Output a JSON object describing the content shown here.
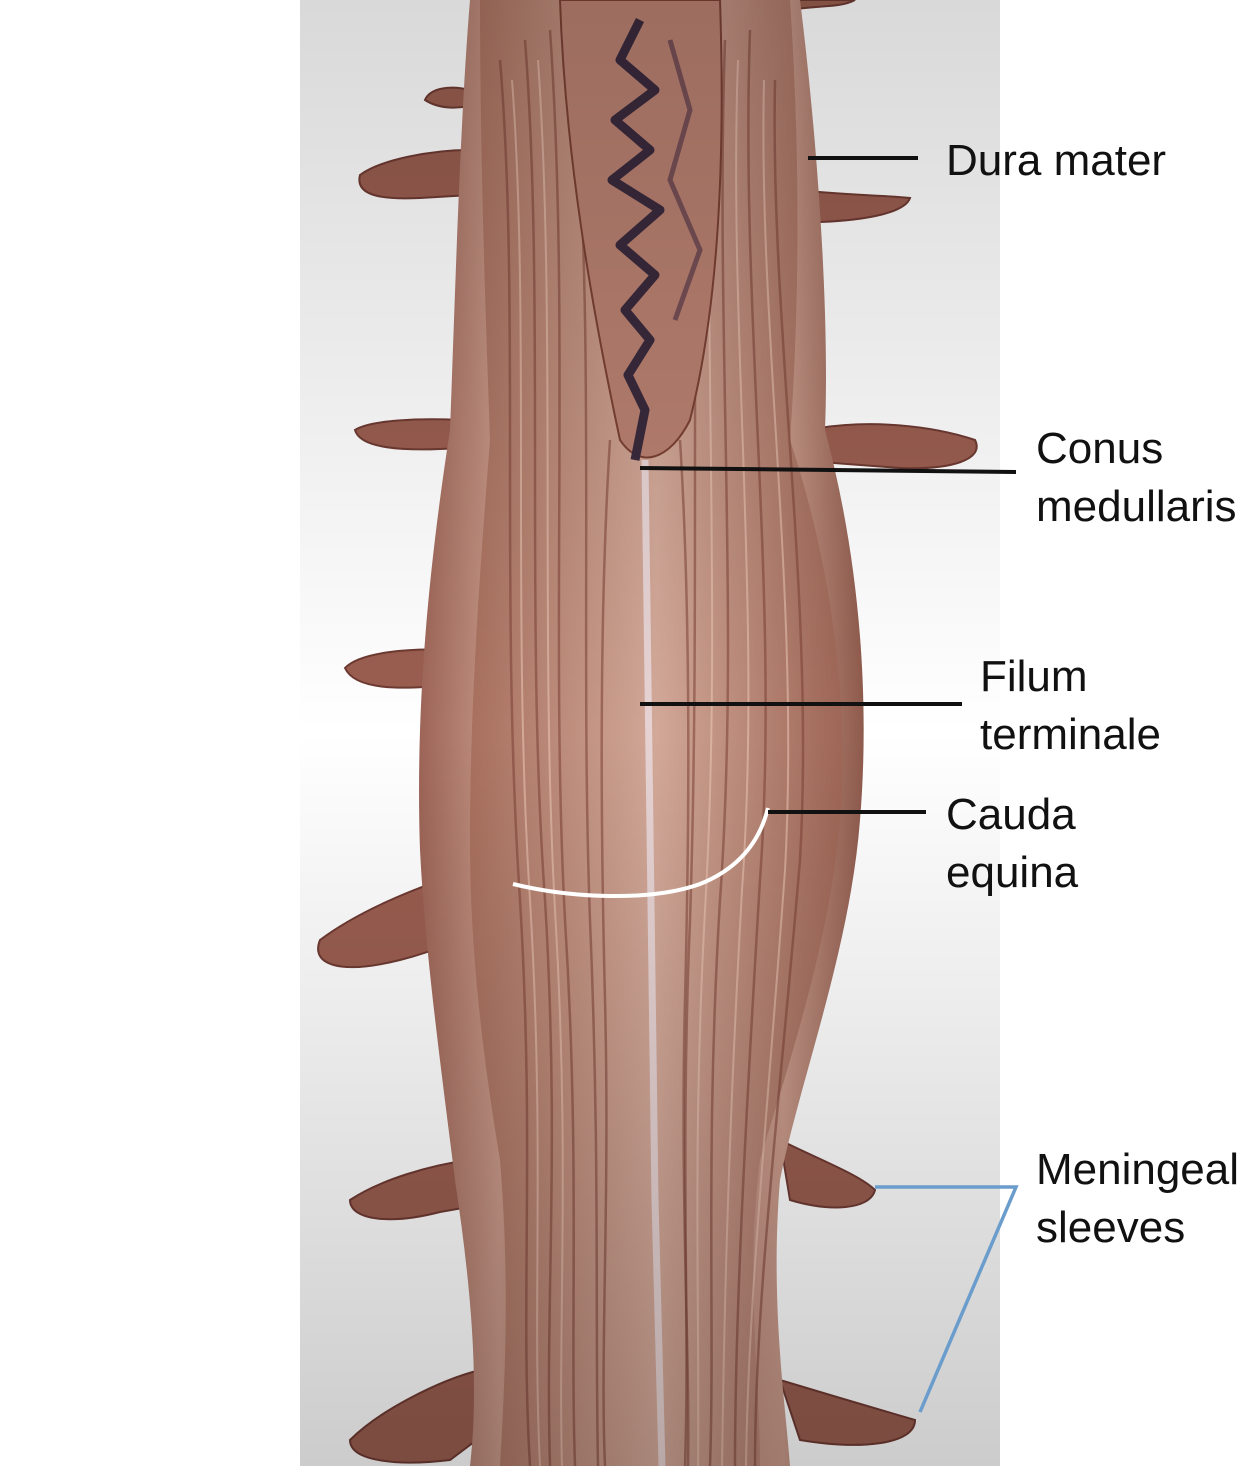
{
  "labels": {
    "dura_mater": [
      "Dura mater"
    ],
    "conus_medullaris": [
      "Conus",
      "medullaris"
    ],
    "filum_terminale": [
      "Filum",
      "terminale"
    ],
    "cauda_equina": [
      "Cauda",
      "equina"
    ],
    "meningeal_sleeves": [
      "Meningeal",
      "sleeves"
    ]
  },
  "colors": {
    "background": "#ffffff",
    "tissue_base": "#b07868",
    "tissue_dark": "#6e3a32",
    "tissue_light": "#e0b8a8",
    "vessel": "#3a2a3c",
    "leader_line": "#111111",
    "bracket_line": "#6a9ccc",
    "arc_line": "#ffffff"
  }
}
